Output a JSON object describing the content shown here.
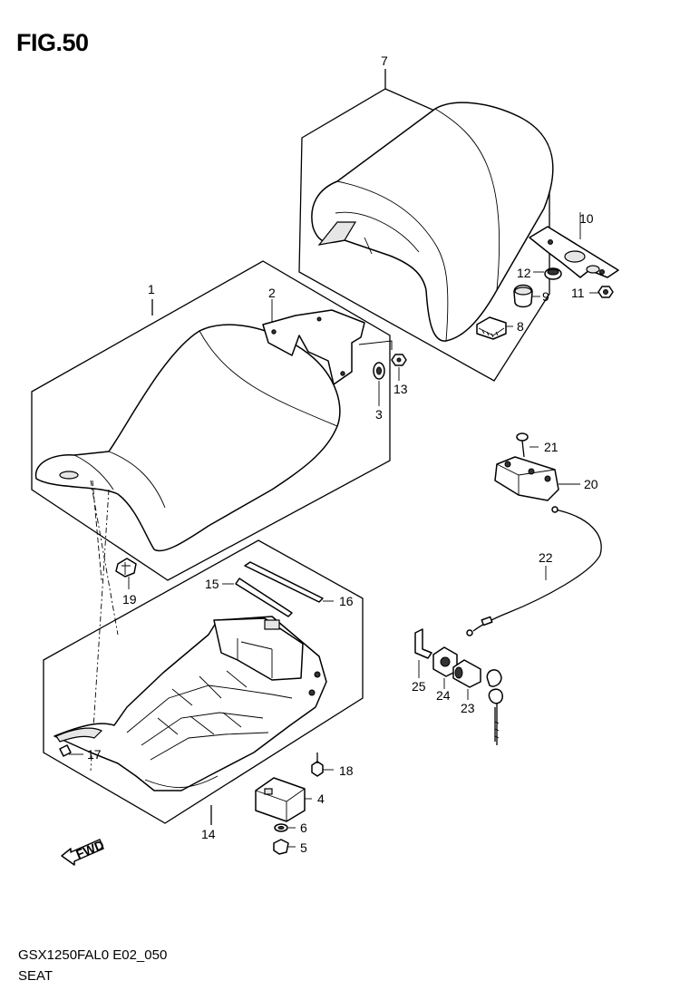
{
  "figure": {
    "title": "FIG.50",
    "model_code": "GSX1250FAL0 E02_050",
    "name": "SEAT",
    "direction_label": "FWD"
  },
  "callouts": {
    "c1": "1",
    "c2": "2",
    "c3": "3",
    "c4": "4",
    "c5": "5",
    "c6": "6",
    "c7": "7",
    "c8": "8",
    "c9": "9",
    "c10": "10",
    "c11": "11",
    "c12": "12",
    "c13": "13",
    "c14": "14",
    "c15": "15",
    "c16": "16",
    "c17": "17",
    "c18": "18",
    "c19": "19",
    "c20": "20",
    "c21": "21",
    "c22": "22",
    "c23": "23",
    "c24": "24",
    "c25": "25"
  }
}
